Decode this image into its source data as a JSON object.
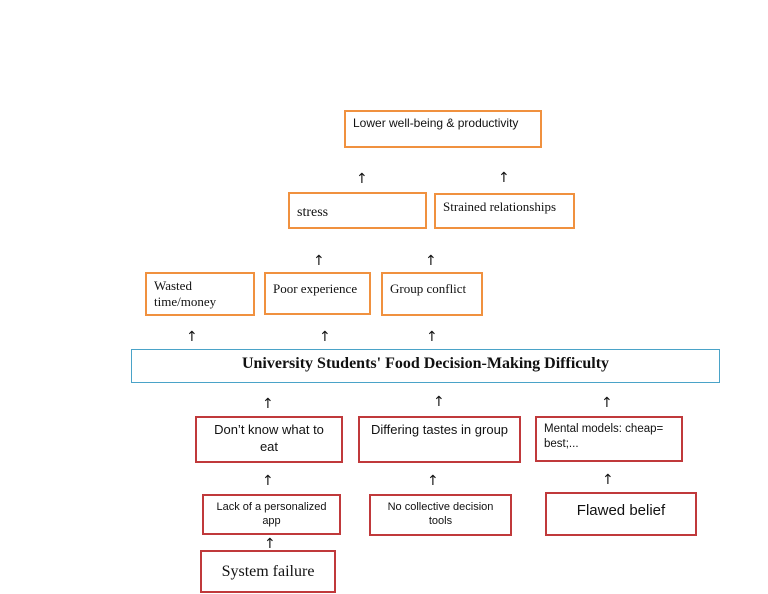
{
  "boxes": {
    "lower": "Lower well-being & productivity",
    "stress": "stress",
    "strained": "Strained relationships",
    "wasted": "Wasted time/money",
    "poor": "Poor experience",
    "conflict": "Group conflict",
    "title": "University Students' Food Decision-Making Difficulty",
    "dontknow": "Don’t know what to eat",
    "tastes": "Differing tastes in group",
    "mental": "Mental models: cheap= best;...",
    "lackapp": "Lack of a personalized app",
    "notools": "No collective decision tools",
    "flawed": "Flawed belief",
    "system": "System failure"
  },
  "arrow": "↑",
  "colors": {
    "effect_border": "#f0913f",
    "cause_border": "#c0393b",
    "title_border": "#4aa3c8"
  }
}
